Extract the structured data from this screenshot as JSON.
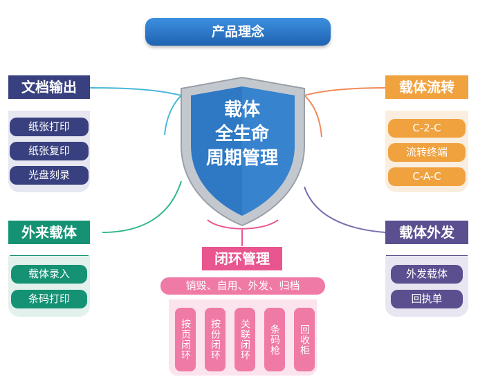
{
  "title": "产品理念",
  "shield": {
    "line1": "载体",
    "line2": "全生命",
    "line3": "周期管理"
  },
  "document_output": {
    "heading": "文档输出",
    "items": [
      "纸张打印",
      "纸张复印",
      "光盘刻录"
    ]
  },
  "external_carrier": {
    "heading": "外来载体",
    "items": [
      "载体录入",
      "条码打印"
    ]
  },
  "carrier_flow": {
    "heading": "载体流转",
    "items": [
      "C-2-C",
      "流转终端",
      "C-A-C"
    ]
  },
  "carrier_outgoing": {
    "heading": "载体外发",
    "items": [
      "外发载体",
      "回执单"
    ]
  },
  "closed_loop": {
    "heading": "闭环管理",
    "subheading": "销毁、自用、外发、归档",
    "items": [
      "按页闭环",
      "按份闭环",
      "关联闭环",
      "条码枪",
      "回收柜"
    ]
  },
  "colors": {
    "title_bar": "#1f74c6",
    "navy": "#39407f",
    "green": "#149273",
    "orange": "#f0a23f",
    "purple": "#5b4f8f",
    "pink": "#e9558f",
    "shield_blue": "#2e78c4"
  }
}
